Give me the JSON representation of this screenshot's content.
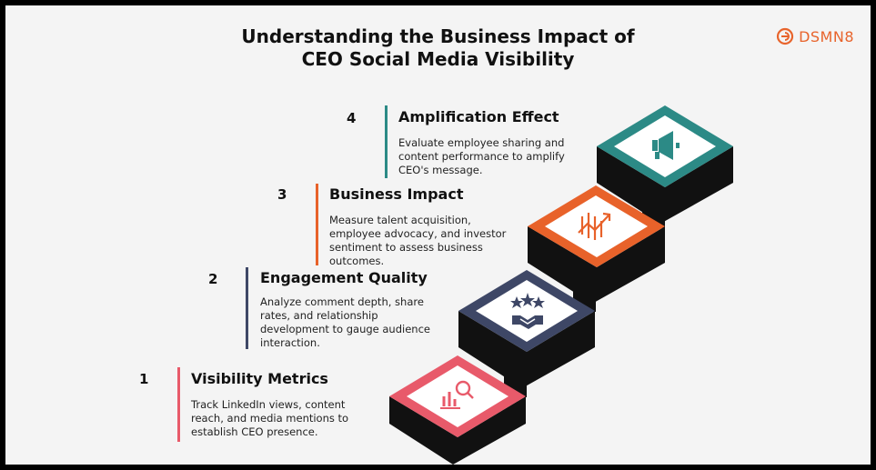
{
  "title_line1": "Understanding the Business Impact of",
  "title_line2": "CEO Social Media Visibility",
  "logo_text": "DSMN8",
  "steps": [
    {
      "number": "1",
      "title": "Visibility Metrics",
      "description": "Track LinkedIn views, content reach, and media mentions to establish CEO presence.",
      "color": "#e85a6a",
      "icon": "magnifier-chart-icon"
    },
    {
      "number": "2",
      "title": "Engagement Quality",
      "description": "Analyze comment depth, share rates, and relationship development to gauge audience interaction.",
      "color": "#3e4766",
      "icon": "stars-handshake-icon"
    },
    {
      "number": "3",
      "title": "Business Impact",
      "description": "Measure talent acquisition, employee advocacy, and investor sentiment to assess business outcomes.",
      "color": "#e8622a",
      "icon": "growth-chart-icon"
    },
    {
      "number": "4",
      "title": "Amplification Effect",
      "description": "Evaluate employee sharing and content performance to amplify CEO's message.",
      "color": "#2c8a86",
      "icon": "megaphone-icon"
    }
  ]
}
